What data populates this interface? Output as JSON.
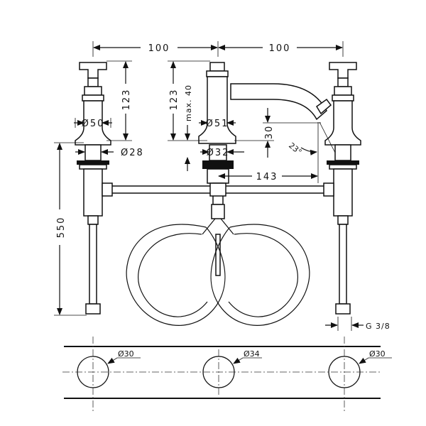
{
  "drawing": {
    "dimensions": {
      "spacing_left": "100",
      "spacing_right": "100",
      "valve_height": "123",
      "spout_height": "123",
      "max_thickness": "max. 40",
      "valve_diameter": "Ø50",
      "spout_diameter": "Ø51",
      "valve_shank_diameter": "Ø28",
      "spout_shank_diameter": "Ø32",
      "outlet_height": "30",
      "spray_angle": "23°",
      "projection": "143",
      "hose_length": "550",
      "connection_thread": "G 3/8"
    },
    "mounting_holes": [
      {
        "label": "Ø30"
      },
      {
        "label": "Ø34"
      },
      {
        "label": "Ø30"
      }
    ]
  }
}
